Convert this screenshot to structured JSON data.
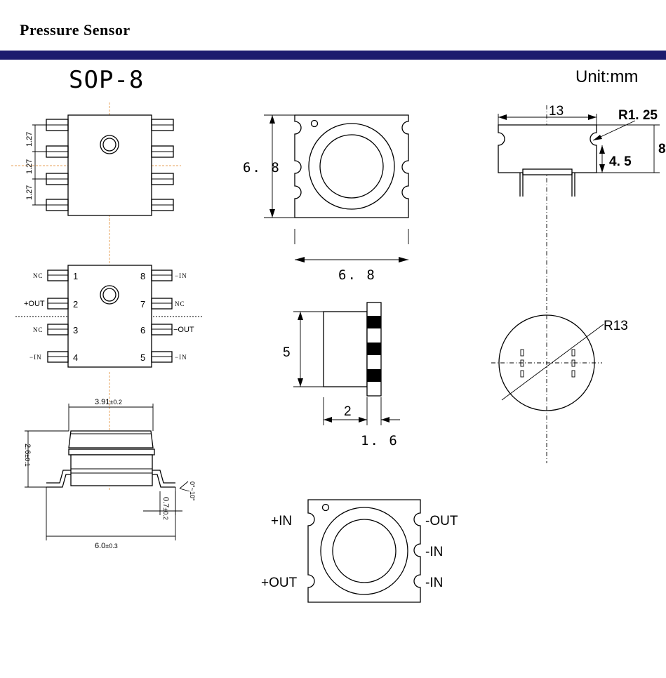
{
  "header": {
    "title": "Pressure Sensor",
    "bar_color": "#1c1b6e"
  },
  "package": {
    "name": "SOP-8",
    "unit": "Unit:mm"
  },
  "sop8_top_view": {
    "pitch_labels": [
      "1.27",
      "1.27",
      "1.27"
    ]
  },
  "sop8_pinout": {
    "left_pins": [
      {
        "number": "1",
        "signal": "NC"
      },
      {
        "number": "2",
        "signal": "+OUT"
      },
      {
        "number": "3",
        "signal": "NC"
      },
      {
        "number": "4",
        "signal": "−IN"
      }
    ],
    "right_pins": [
      {
        "number": "8",
        "signal": "−IN"
      },
      {
        "number": "7",
        "signal": "NC"
      },
      {
        "number": "6",
        "signal": "−OUT"
      },
      {
        "number": "5",
        "signal": "−IN"
      }
    ]
  },
  "sop8_side_view": {
    "body_width_value": "3.91",
    "body_width_tol": "±0.2",
    "height_value": "2.6",
    "height_tol": "±0.1",
    "lead_value": "0.7",
    "lead_tol": "±0.2",
    "overall_value": "6.0",
    "overall_tol": "±0.3",
    "angle": "0°~10°"
  },
  "square_package": {
    "height": "6. 8",
    "width": "6. 8",
    "side_height": "5",
    "side_depth": "2",
    "side_lead": "1. 6"
  },
  "square_pinout": {
    "left": [
      "+IN",
      "+OUT"
    ],
    "right": [
      "-OUT",
      "-IN",
      "-IN"
    ]
  },
  "round_package": {
    "width": "13",
    "radius_small": "R1. 25",
    "height_total": "8",
    "height_inner": "4. 5",
    "radius_large": "R13"
  }
}
